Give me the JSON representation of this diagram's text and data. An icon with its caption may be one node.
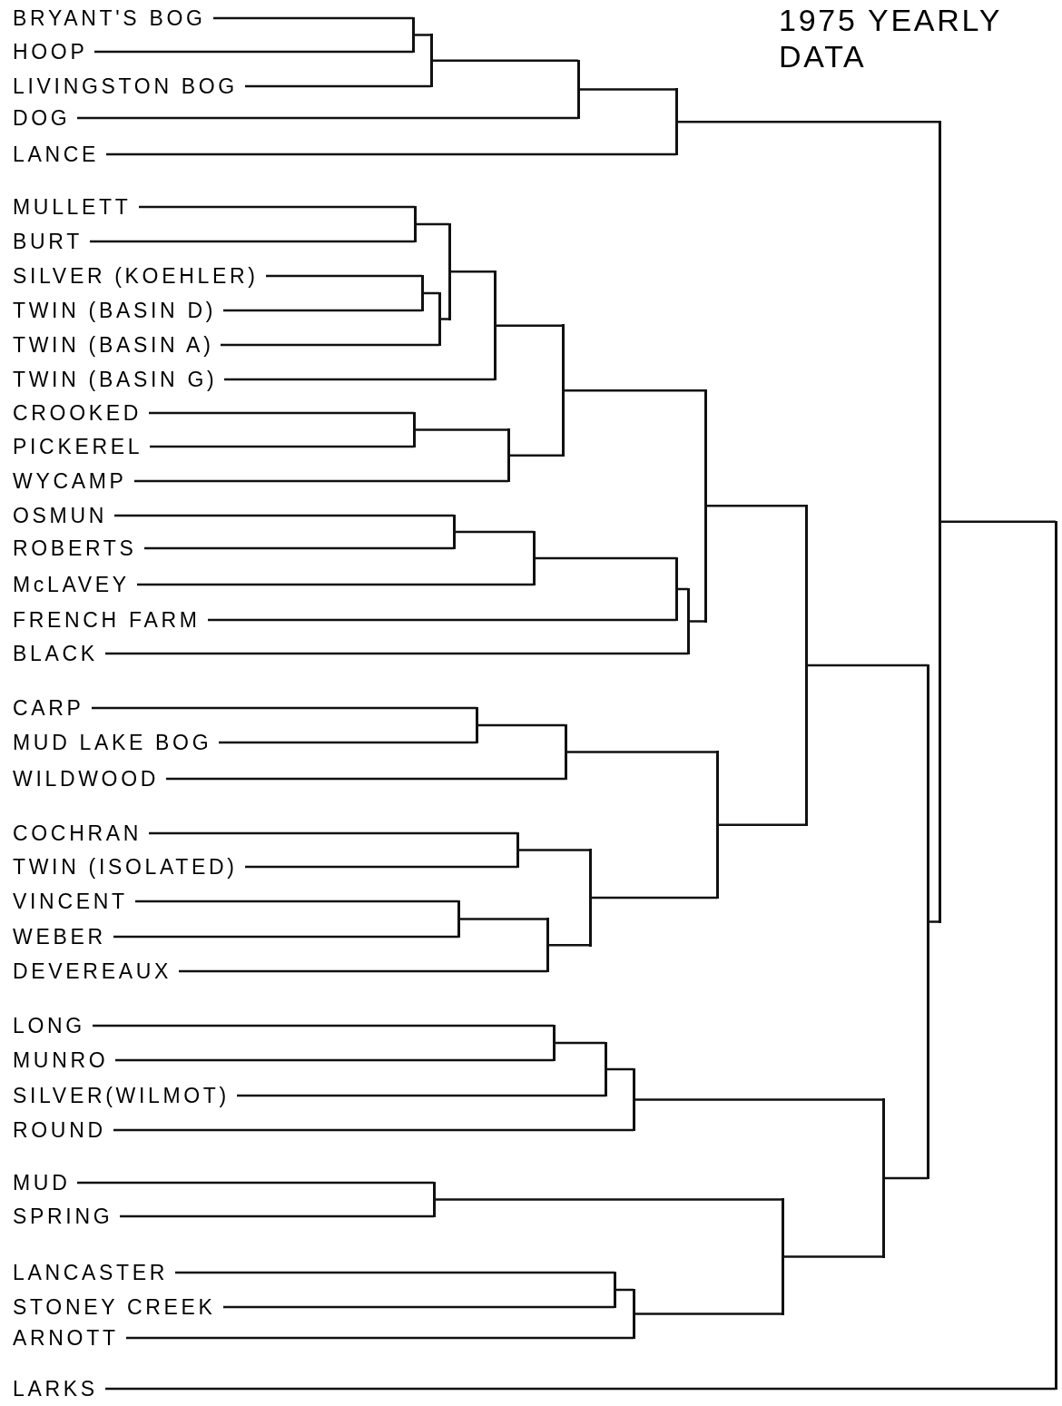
{
  "diagram": {
    "title": "1975 YEARLY DATA",
    "nodes": [
      {
        "text": [
          "BRYANT'S BOG"
        ]
      },
      {
        "text": [
          "HOOP"
        ]
      },
      {
        "text": [
          "LIVINGSTON BOG"
        ]
      },
      {
        "text": [
          "DOG"
        ]
      },
      {
        "text": [
          "LANCE"
        ]
      },
      {
        "text": [
          "MULLETT"
        ]
      },
      {
        "text": [
          "BURT"
        ]
      },
      {
        "text": [
          "SILVER (KOEHLER)"
        ]
      },
      {
        "text": [
          "TWIN (BASIN D)"
        ]
      },
      {
        "text": [
          "TWIN (BASIN A)"
        ]
      },
      {
        "text": [
          "TWIN (BASIN G)"
        ]
      },
      {
        "text": [
          "CROOKED"
        ]
      },
      {
        "text": [
          "PICKEREL"
        ]
      },
      {
        "text": [
          "WYCAMP"
        ]
      },
      {
        "text": [
          "OSMUN"
        ]
      },
      {
        "text": [
          "ROBERTS"
        ]
      },
      {
        "text": [
          "McLAVEY"
        ]
      },
      {
        "text": [
          "FRENCH FARM"
        ]
      },
      {
        "text": [
          "BLACK"
        ]
      },
      {
        "text": [
          "CARP"
        ]
      },
      {
        "text": [
          "MUD LAKE BOG"
        ]
      },
      {
        "text": [
          "WILDWOOD"
        ]
      },
      {
        "text": [
          "COCHRAN"
        ]
      },
      {
        "text": [
          "TWIN (ISOLATED)"
        ]
      },
      {
        "text": [
          "VINCENT"
        ]
      },
      {
        "text": [
          "WEBER"
        ]
      },
      {
        "text": [
          "DEVEREAUX"
        ]
      },
      {
        "text": [
          "LONG"
        ]
      },
      {
        "text": [
          "MUNRO"
        ]
      },
      {
        "text": [
          "SILVER(WILMOT)"
        ]
      },
      {
        "text": [
          "ROUND"
        ]
      },
      {
        "text": [
          "MUD"
        ]
      },
      {
        "text": [
          "SPRING"
        ]
      },
      {
        "text": [
          "LANCASTER"
        ]
      },
      {
        "text": [
          "STONEY CREEK"
        ]
      },
      {
        "text": [
          "ARNOTT"
        ]
      },
      {
        "text": [
          "LARKS"
        ]
      },
      {
        "text": [],
        "shape": "bar"
      },
      {
        "text": [],
        "shape": "bar"
      },
      {
        "text": [],
        "shape": "bar"
      },
      {
        "text": [],
        "shape": "bar"
      },
      {
        "text": [],
        "shape": "bar"
      },
      {
        "text": [],
        "shape": "bar"
      },
      {
        "text": [],
        "shape": "bar"
      },
      {
        "text": [],
        "shape": "bar"
      },
      {
        "text": [],
        "shape": "bar"
      },
      {
        "text": [],
        "shape": "bar"
      },
      {
        "text": [],
        "shape": "bar"
      },
      {
        "text": [],
        "shape": "bar"
      },
      {
        "text": [],
        "shape": "bar"
      },
      {
        "text": [],
        "shape": "bar"
      },
      {
        "text": [],
        "shape": "bar"
      },
      {
        "text": [],
        "shape": "bar"
      },
      {
        "text": [],
        "shape": "bar"
      },
      {
        "text": [],
        "shape": "bar"
      },
      {
        "text": [],
        "shape": "bar"
      },
      {
        "text": [],
        "shape": "bar"
      },
      {
        "text": [],
        "shape": "bar"
      },
      {
        "text": [],
        "shape": "bar"
      },
      {
        "text": [],
        "shape": "bar"
      },
      {
        "text": [],
        "shape": "bar"
      },
      {
        "text": [],
        "shape": "bar"
      },
      {
        "text": [],
        "shape": "bar"
      },
      {
        "text": [],
        "shape": "bar"
      },
      {
        "text": [],
        "shape": "bar"
      },
      {
        "text": [],
        "shape": "bar"
      },
      {
        "text": [],
        "shape": "bar"
      },
      {
        "text": [],
        "shape": "bar"
      },
      {
        "text": [],
        "shape": "bar"
      },
      {
        "text": [],
        "shape": "bar"
      },
      {
        "text": [],
        "shape": "bar"
      },
      {
        "text": [],
        "shape": "bar"
      },
      {
        "text": [],
        "shape": "bar"
      }
    ],
    "edges": [
      {
        "from": 0,
        "to": 37,
        "arrow": "none"
      },
      {
        "from": 1,
        "to": 37,
        "arrow": "none"
      },
      {
        "from": 37,
        "to": 38,
        "arrow": "none"
      },
      {
        "from": 2,
        "to": 38,
        "arrow": "none"
      },
      {
        "from": 38,
        "to": 39,
        "arrow": "none"
      },
      {
        "from": 3,
        "to": 39,
        "arrow": "none"
      },
      {
        "from": 39,
        "to": 40,
        "arrow": "none"
      },
      {
        "from": 4,
        "to": 40,
        "arrow": "none"
      },
      {
        "from": 5,
        "to": 41,
        "arrow": "none"
      },
      {
        "from": 6,
        "to": 41,
        "arrow": "none"
      },
      {
        "from": 7,
        "to": 42,
        "arrow": "none"
      },
      {
        "from": 8,
        "to": 42,
        "arrow": "none"
      },
      {
        "from": 42,
        "to": 43,
        "arrow": "none"
      },
      {
        "from": 9,
        "to": 43,
        "arrow": "none"
      },
      {
        "from": 41,
        "to": 44,
        "arrow": "none"
      },
      {
        "from": 43,
        "to": 44,
        "arrow": "none"
      },
      {
        "from": 44,
        "to": 45,
        "arrow": "none"
      },
      {
        "from": 10,
        "to": 45,
        "arrow": "none"
      },
      {
        "from": 11,
        "to": 46,
        "arrow": "none"
      },
      {
        "from": 12,
        "to": 46,
        "arrow": "none"
      },
      {
        "from": 46,
        "to": 47,
        "arrow": "none"
      },
      {
        "from": 13,
        "to": 47,
        "arrow": "none"
      },
      {
        "from": 45,
        "to": 48,
        "arrow": "none"
      },
      {
        "from": 47,
        "to": 48,
        "arrow": "none"
      },
      {
        "from": 14,
        "to": 49,
        "arrow": "none"
      },
      {
        "from": 15,
        "to": 49,
        "arrow": "none"
      },
      {
        "from": 49,
        "to": 50,
        "arrow": "none"
      },
      {
        "from": 16,
        "to": 50,
        "arrow": "none"
      },
      {
        "from": 50,
        "to": 51,
        "arrow": "none"
      },
      {
        "from": 17,
        "to": 51,
        "arrow": "none"
      },
      {
        "from": 51,
        "to": 52,
        "arrow": "none"
      },
      {
        "from": 18,
        "to": 52,
        "arrow": "none"
      },
      {
        "from": 48,
        "to": 53,
        "arrow": "none"
      },
      {
        "from": 52,
        "to": 53,
        "arrow": "none"
      },
      {
        "from": 19,
        "to": 54,
        "arrow": "none"
      },
      {
        "from": 20,
        "to": 54,
        "arrow": "none"
      },
      {
        "from": 54,
        "to": 55,
        "arrow": "none"
      },
      {
        "from": 21,
        "to": 55,
        "arrow": "none"
      },
      {
        "from": 22,
        "to": 56,
        "arrow": "none"
      },
      {
        "from": 23,
        "to": 56,
        "arrow": "none"
      },
      {
        "from": 24,
        "to": 57,
        "arrow": "none"
      },
      {
        "from": 25,
        "to": 57,
        "arrow": "none"
      },
      {
        "from": 57,
        "to": 58,
        "arrow": "none"
      },
      {
        "from": 26,
        "to": 58,
        "arrow": "none"
      },
      {
        "from": 56,
        "to": 59,
        "arrow": "none"
      },
      {
        "from": 58,
        "to": 59,
        "arrow": "none"
      },
      {
        "from": 55,
        "to": 60,
        "arrow": "none"
      },
      {
        "from": 59,
        "to": 60,
        "arrow": "none"
      },
      {
        "from": 53,
        "to": 61,
        "arrow": "none"
      },
      {
        "from": 60,
        "to": 61,
        "arrow": "none"
      },
      {
        "from": 27,
        "to": 62,
        "arrow": "none"
      },
      {
        "from": 28,
        "to": 62,
        "arrow": "none"
      },
      {
        "from": 62,
        "to": 63,
        "arrow": "none"
      },
      {
        "from": 29,
        "to": 63,
        "arrow": "none"
      },
      {
        "from": 63,
        "to": 64,
        "arrow": "none"
      },
      {
        "from": 30,
        "to": 64,
        "arrow": "none"
      },
      {
        "from": 31,
        "to": 65,
        "arrow": "none"
      },
      {
        "from": 32,
        "to": 65,
        "arrow": "none"
      },
      {
        "from": 33,
        "to": 66,
        "arrow": "none"
      },
      {
        "from": 34,
        "to": 66,
        "arrow": "none"
      },
      {
        "from": 66,
        "to": 67,
        "arrow": "none"
      },
      {
        "from": 35,
        "to": 67,
        "arrow": "none"
      },
      {
        "from": 65,
        "to": 68,
        "arrow": "none"
      },
      {
        "from": 67,
        "to": 68,
        "arrow": "none"
      },
      {
        "from": 64,
        "to": 69,
        "arrow": "none"
      },
      {
        "from": 68,
        "to": 69,
        "arrow": "none"
      },
      {
        "from": 61,
        "to": 70,
        "arrow": "none"
      },
      {
        "from": 69,
        "to": 70,
        "arrow": "none"
      },
      {
        "from": 40,
        "to": 71,
        "arrow": "none"
      },
      {
        "from": 70,
        "to": 71,
        "arrow": "none"
      },
      {
        "from": 71,
        "to": 72,
        "arrow": "none"
      },
      {
        "from": 36,
        "to": 72,
        "arrow": "none"
      }
    ]
  }
}
